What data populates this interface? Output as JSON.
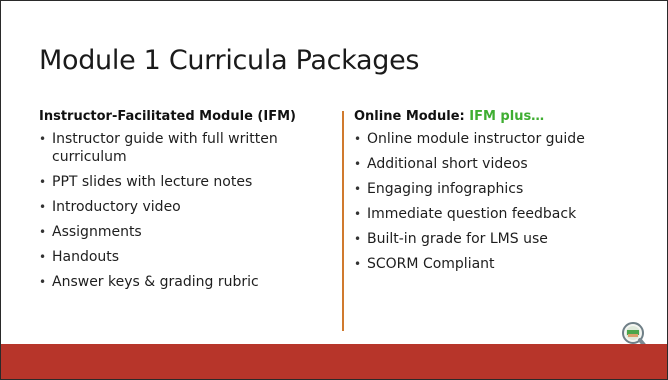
{
  "slide": {
    "title": "Module 1 Curricula Packages"
  },
  "left_column": {
    "heading": "Instructor-Facilitated Module (IFM)",
    "items": [
      "Instructor guide with full written curriculum",
      "PPT slides with lecture notes",
      "Introductory video",
      "Assignments",
      "Handouts",
      "Answer keys & grading rubric"
    ]
  },
  "right_column": {
    "heading_prefix": "Online Module: ",
    "heading_accent": "IFM plus…",
    "items": [
      "Online module instructor guide",
      "Additional short videos",
      "Engaging infographics",
      "Immediate question feedback",
      "Built-in grade for LMS use",
      "SCORM Compliant"
    ]
  },
  "colors": {
    "accent_green": "#3fae32",
    "divider_orange": "#d07a2e",
    "footer_red": "#b7352a"
  },
  "icons": {
    "corner": "magnifier-icon"
  }
}
